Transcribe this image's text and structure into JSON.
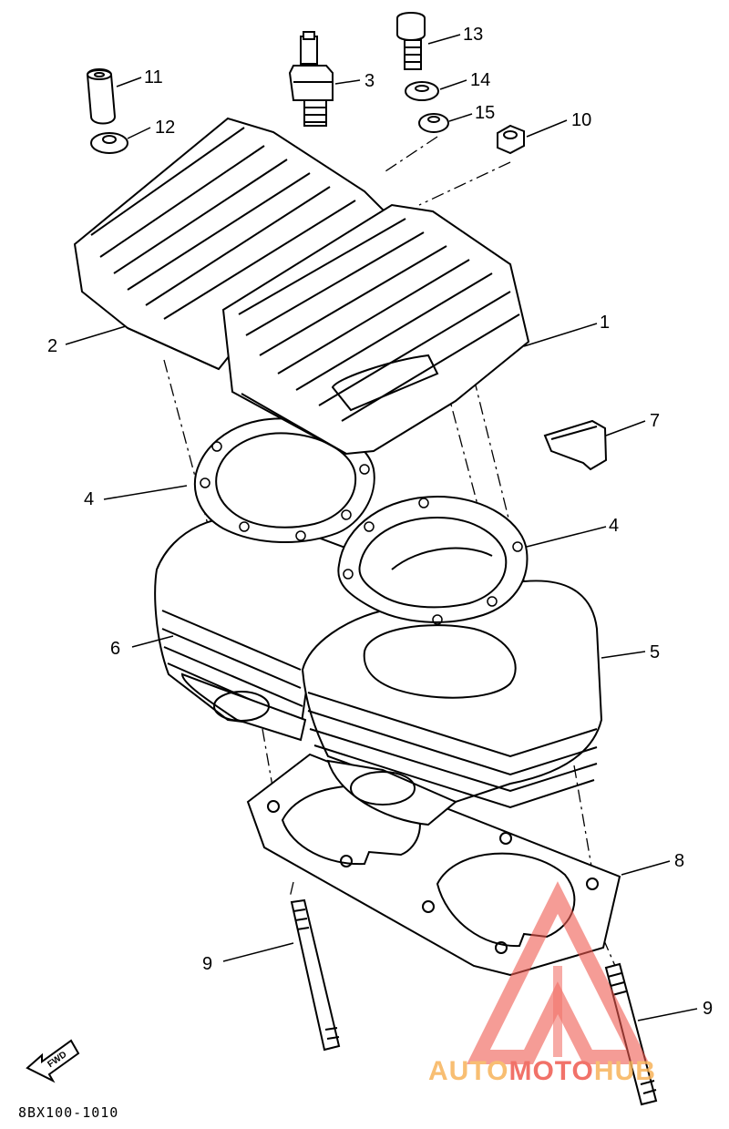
{
  "callouts": [
    {
      "id": "c1",
      "label": "1"
    },
    {
      "id": "c2",
      "label": "2"
    },
    {
      "id": "c3",
      "label": "3"
    },
    {
      "id": "c4a",
      "label": "4"
    },
    {
      "id": "c4b",
      "label": "4"
    },
    {
      "id": "c5",
      "label": "5"
    },
    {
      "id": "c6",
      "label": "6"
    },
    {
      "id": "c7",
      "label": "7"
    },
    {
      "id": "c8",
      "label": "8"
    },
    {
      "id": "c9a",
      "label": "9"
    },
    {
      "id": "c9b",
      "label": "9"
    },
    {
      "id": "c10",
      "label": "10"
    },
    {
      "id": "c11",
      "label": "11"
    },
    {
      "id": "c12",
      "label": "12"
    },
    {
      "id": "c13",
      "label": "13"
    },
    {
      "id": "c14",
      "label": "14"
    },
    {
      "id": "c15",
      "label": "15"
    }
  ],
  "diagram_code": "8BX100-1010",
  "forward_arrow_label": "FWD",
  "watermark": {
    "part1": "AUTO",
    "part2": "MOTO",
    "part3": "HUB",
    "color_orange": "#f7b35a",
    "color_red": "#ef5a50"
  }
}
